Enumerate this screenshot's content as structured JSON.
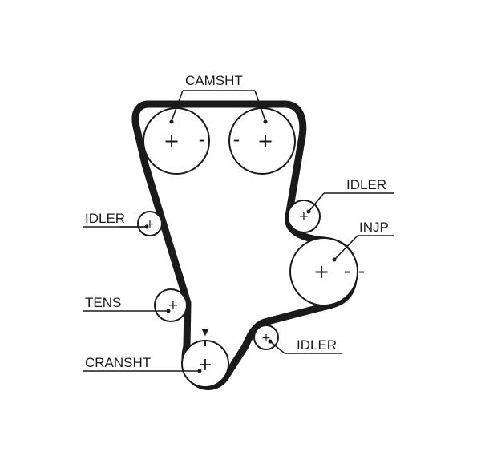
{
  "labels": {
    "camshaft": "CAMSHT",
    "idler_upper_right": "IDLER",
    "idler_left": "IDLER",
    "injection_pump": "INJP",
    "tensioner": "TENS",
    "idler_lower_right": "IDLER",
    "crankshaft": "CRANSHT"
  },
  "symbols": {
    "plus": "+",
    "minus": "-",
    "timing_mark": "▼"
  },
  "colors": {
    "belt": "#1a1a1a",
    "line": "#1a1a1a",
    "background": "#ffffff"
  }
}
